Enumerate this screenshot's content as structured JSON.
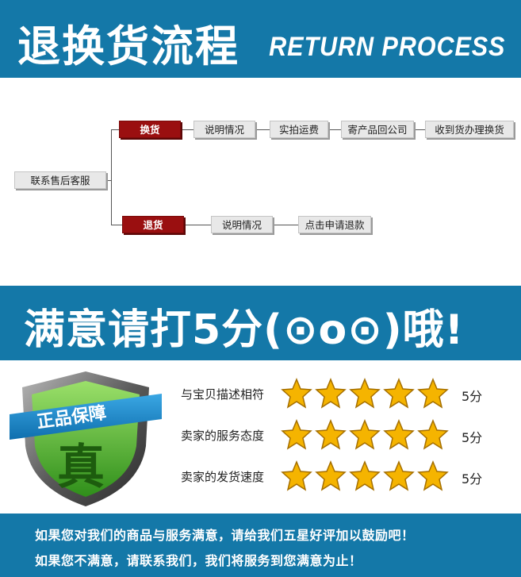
{
  "header": {
    "title_cn": "退换货流程",
    "title_en": "RETURN PROCESS"
  },
  "flow": {
    "start": "联系售后客服",
    "exchange": {
      "label": "换货",
      "steps": [
        "说明情况",
        "实拍运费",
        "寄产品回公司",
        "收到货办理换货"
      ]
    },
    "refund": {
      "label": "退货",
      "steps": [
        "说明情况",
        "点击申请退款"
      ]
    }
  },
  "rating": {
    "title": "满意请打5分(⊙o⊙)哦!",
    "badge_top": "正品保障",
    "badge_main": "真",
    "rows": [
      {
        "label": "与宝贝描述相符",
        "stars": 5,
        "score": "5分"
      },
      {
        "label": "卖家的服务态度",
        "stars": 5,
        "score": "5分"
      },
      {
        "label": "卖家的发货速度",
        "stars": 5,
        "score": "5分"
      }
    ]
  },
  "footer": {
    "line1": "如果您对我们的商品与服务满意，请给我们五星好评加以鼓励吧！",
    "line2": "如果您不满意，请联系我们，我们将服务到您满意为止！"
  },
  "colors": {
    "band": "#1478a8",
    "red_box": "#9a0f10",
    "grey_box": "#e8e8e8",
    "star": "#f5b400",
    "shield_green": "#5cbf2a"
  }
}
